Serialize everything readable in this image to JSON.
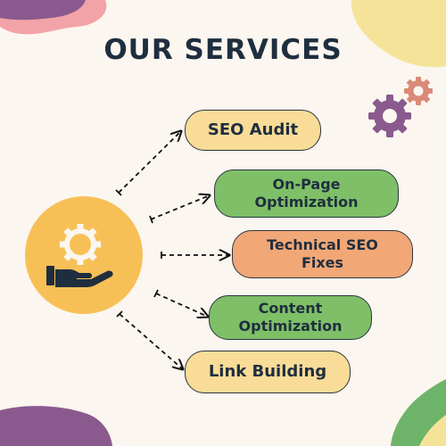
{
  "title": "OUR SERVICES",
  "services": [
    {
      "label": "SEO Audit",
      "color": "#f8dc97"
    },
    {
      "label": "On-Page\nOptimization",
      "color": "#7ebf67"
    },
    {
      "label": "Technical SEO\nFixes",
      "color": "#f2a777"
    },
    {
      "label": "Content\nOptimization",
      "color": "#7ebf67"
    },
    {
      "label": "Link Building",
      "color": "#f8dc97"
    }
  ],
  "colors": {
    "background": "#fbf6ef",
    "hub": "#f7c057",
    "text": "#1f2e3f",
    "blob_yellow": "#f5e39a",
    "blob_purple": "#8a5a8e",
    "blob_pink": "#f2a3a8",
    "blob_green": "#6db46a",
    "gear_purple": "#8a5a8e",
    "gear_salmon": "#d98a78"
  },
  "icons": {
    "hub": "hand-holding-gear-icon",
    "decor": "gears-icon"
  }
}
